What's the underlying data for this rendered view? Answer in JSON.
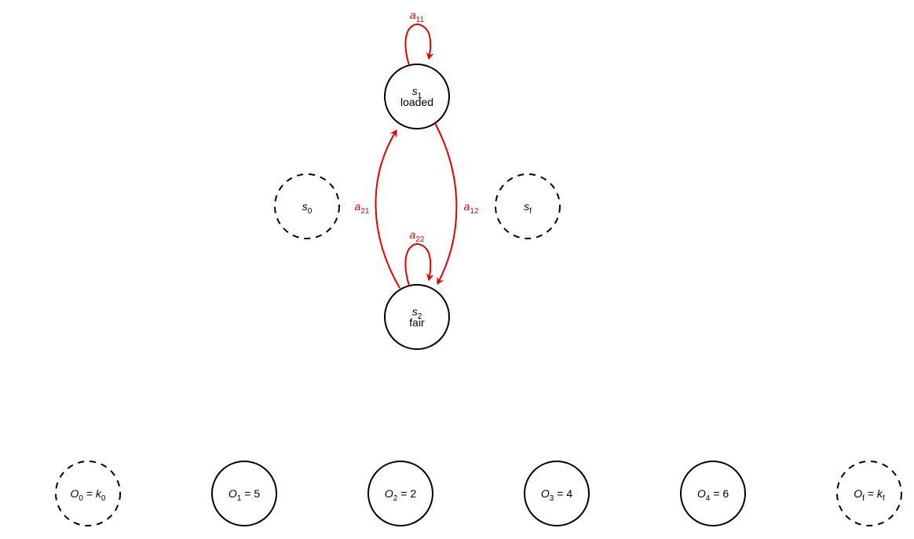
{
  "colors": {
    "transition": "#e00000",
    "node": "#000000",
    "background": "#ffffff"
  },
  "states": {
    "s0": {
      "symbol": "s",
      "sub": "0",
      "style": "dashed"
    },
    "s1": {
      "symbol": "s",
      "sub": "1",
      "name": "loaded",
      "style": "solid"
    },
    "s2": {
      "symbol": "s",
      "sub": "2",
      "name": "fair",
      "style": "solid"
    },
    "sf": {
      "symbol": "s",
      "sub": "f",
      "style": "dashed"
    }
  },
  "transitions": {
    "a11": {
      "symbol": "a",
      "sub": "11"
    },
    "a12": {
      "symbol": "a",
      "sub": "12"
    },
    "a21": {
      "symbol": "a",
      "sub": "21"
    },
    "a22": {
      "symbol": "a",
      "sub": "22"
    }
  },
  "observations": [
    {
      "symbol": "O",
      "sub": "0",
      "eq": " = ",
      "val": "k",
      "val_sub": "0",
      "style": "dashed"
    },
    {
      "symbol": "O",
      "sub": "1",
      "eq": " = ",
      "val": "5",
      "style": "solid"
    },
    {
      "symbol": "O",
      "sub": "2",
      "eq": " = ",
      "val": "2",
      "style": "solid"
    },
    {
      "symbol": "O",
      "sub": "3",
      "eq": " = ",
      "val": "4",
      "style": "solid"
    },
    {
      "symbol": "O",
      "sub": "4",
      "eq": " = ",
      "val": "6",
      "style": "solid"
    },
    {
      "symbol": "O",
      "sub": "f",
      "eq": " = ",
      "val": "k",
      "val_sub": "f",
      "style": "dashed"
    }
  ]
}
